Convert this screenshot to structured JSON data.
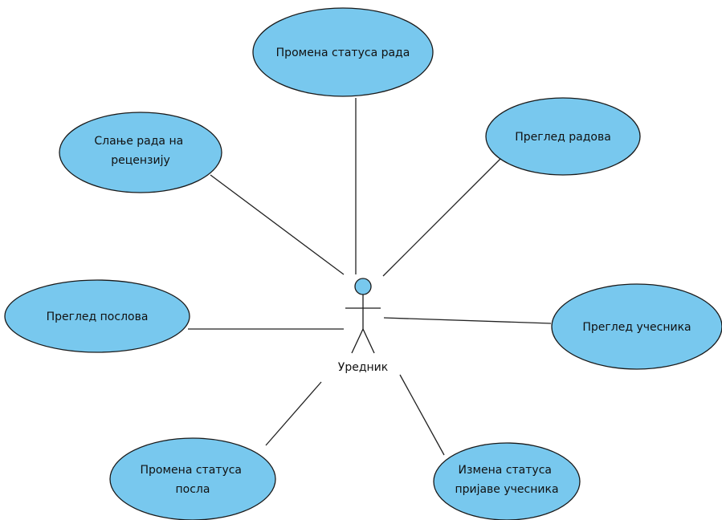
{
  "diagram": {
    "type": "use-case",
    "colors": {
      "use_case_fill": "#78c8ee",
      "outline": "#1a1a1a"
    },
    "actor": {
      "name": "Уредник"
    },
    "use_cases": {
      "promena_statusa_rada": {
        "lines": [
          "Промена статуса рада"
        ]
      },
      "slanje_rada": {
        "lines": [
          "Слање рада на",
          "рецензију"
        ]
      },
      "pregled_radova": {
        "lines": [
          "Преглед радова"
        ]
      },
      "pregled_poslova": {
        "lines": [
          "Преглед послова"
        ]
      },
      "pregled_ucesnika": {
        "lines": [
          "Преглед учесника"
        ]
      },
      "promena_statusa_posla": {
        "lines": [
          "Промена статуса",
          "посла"
        ]
      },
      "izmena_statusa_prijave": {
        "lines": [
          "Измена статуса",
          "пријаве учесника"
        ]
      }
    },
    "associations": [
      "promena_statusa_rada",
      "slanje_rada",
      "pregled_radova",
      "pregled_poslova",
      "pregled_ucesnika",
      "promena_statusa_posla",
      "izmena_statusa_prijave"
    ]
  }
}
